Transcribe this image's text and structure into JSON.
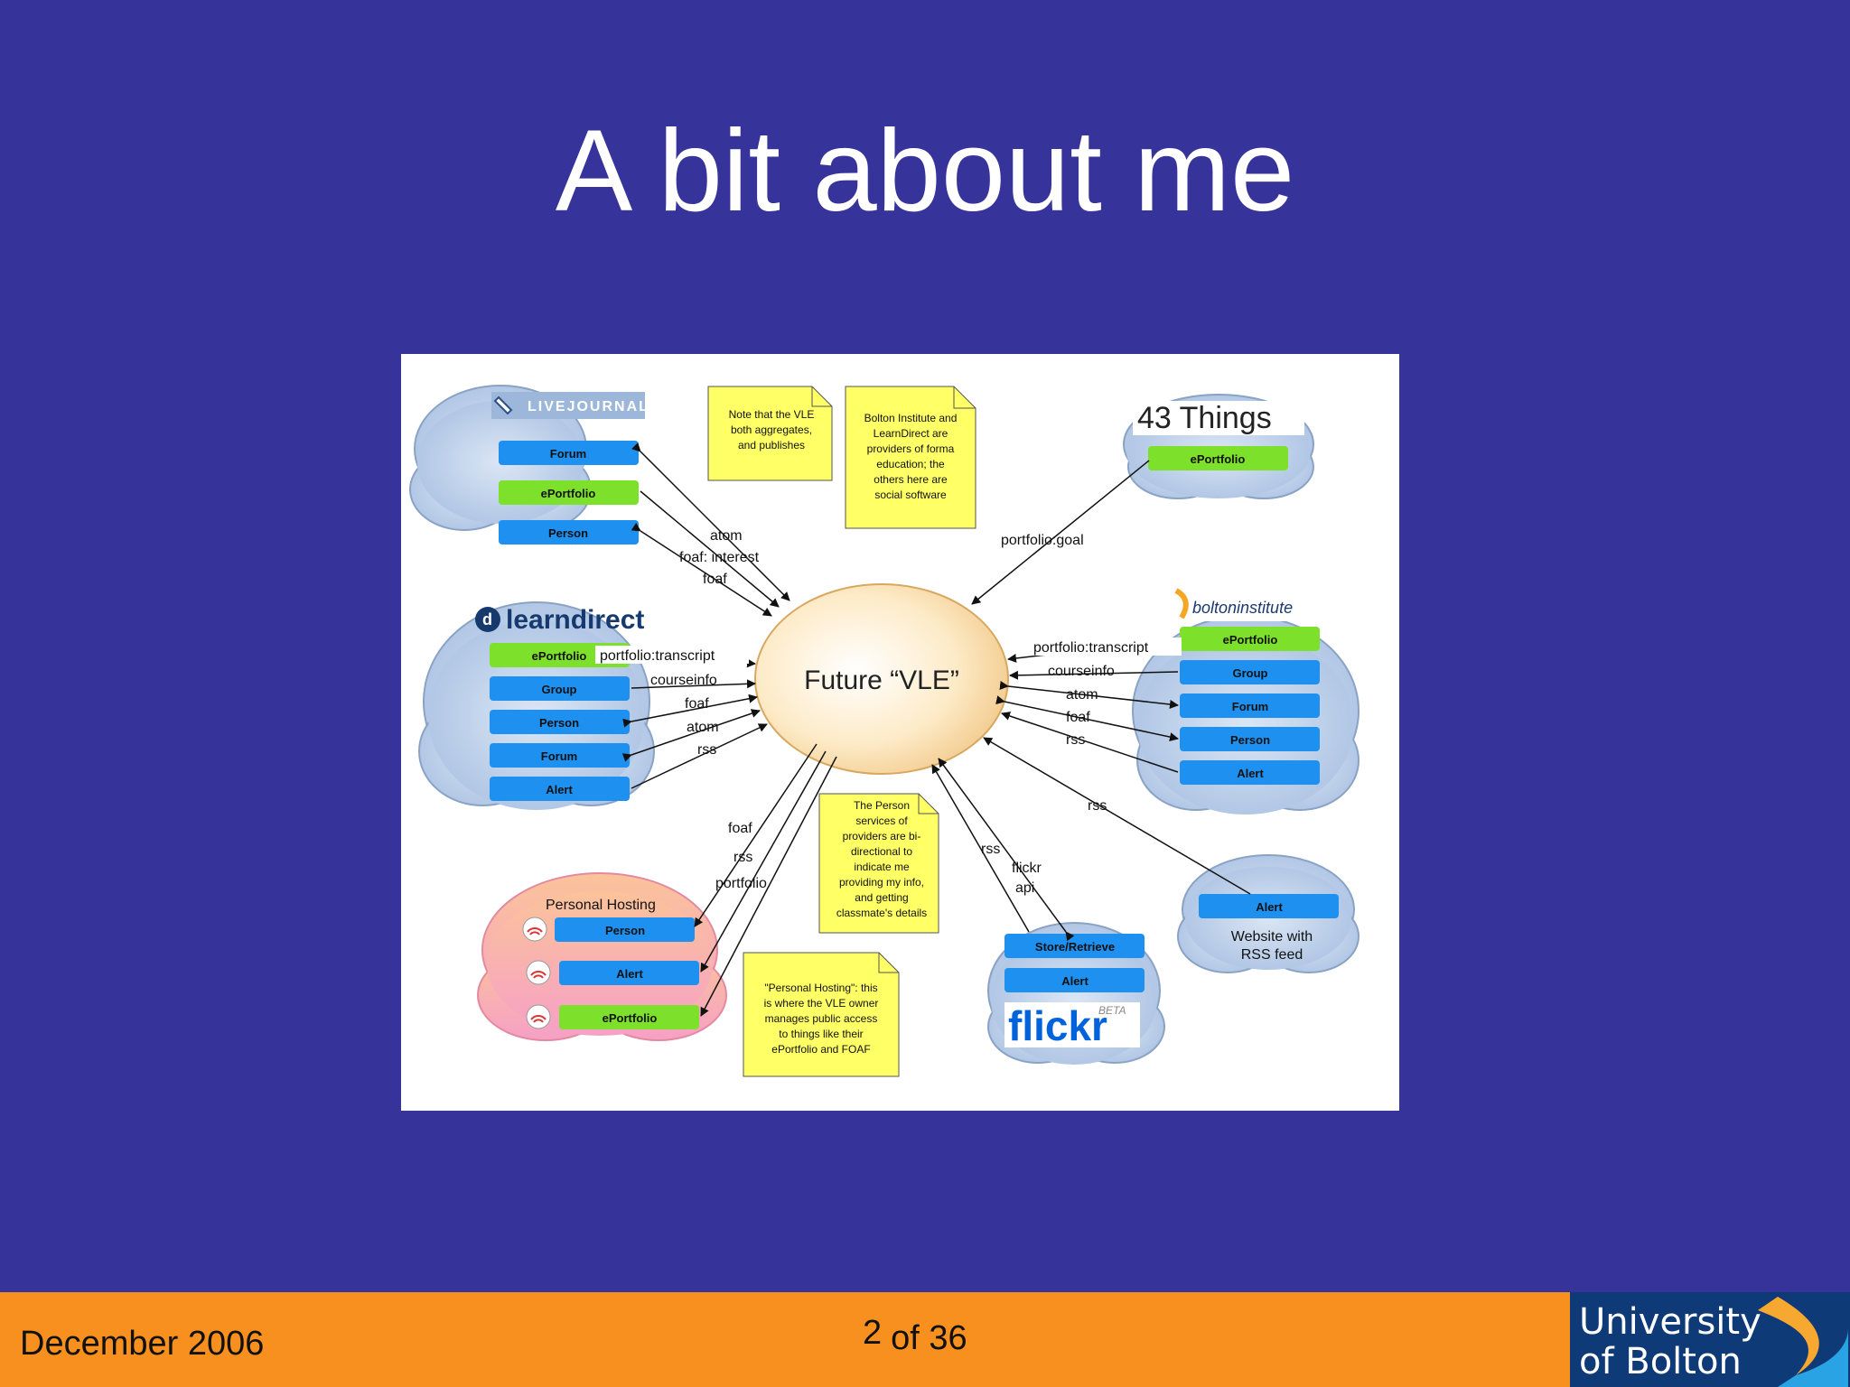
{
  "slide": {
    "title": "A bit about me"
  },
  "footer": {
    "date": "December 2006",
    "page_number": "2",
    "page_total": "of 36",
    "logo_line1": "University",
    "logo_line2": "of Bolton"
  },
  "diagram": {
    "center": "Future “VLE”",
    "clouds": {
      "livejournal": {
        "logo": "LIVEJOURNAL",
        "items": [
          "Forum",
          "ePortfolio",
          "Person"
        ]
      },
      "learndirect": {
        "logo": "learndirect",
        "items": [
          "ePortfolio",
          "Group",
          "Person",
          "Forum",
          "Alert"
        ]
      },
      "things43": {
        "logo": "43 Things",
        "items": [
          "ePortfolio"
        ]
      },
      "bolton": {
        "logo": "boltoninstitute",
        "items": [
          "ePortfolio",
          "Group",
          "Forum",
          "Person",
          "Alert"
        ]
      },
      "personal": {
        "title": "Personal Hosting",
        "items": [
          "Person",
          "Alert",
          "ePortfolio"
        ]
      },
      "flickr": {
        "logo": "flickr",
        "beta": "BETA",
        "items": [
          "Store/Retrieve",
          "Alert"
        ]
      },
      "website": {
        "items": [
          "Alert"
        ],
        "caption1": "Website with",
        "caption2": "RSS feed"
      }
    },
    "edge_labels": {
      "lj_atom": "atom",
      "lj_interest": "foaf: interest",
      "lj_foaf": "foaf",
      "ld_transcript": "portfolio:transcript",
      "ld_courseinfo": "courseinfo",
      "ld_foaf": "foaf",
      "ld_atom": "atom",
      "ld_rss": "rss",
      "things_goal": "portfolio:goal",
      "bi_transcript": "portfolio:transcript",
      "bi_courseinfo": "courseinfo",
      "bi_atom": "atom",
      "bi_foaf": "foaf",
      "bi_rss": "rss",
      "ph_foaf": "foaf",
      "ph_rss": "rss",
      "ph_portfolio": "portfolio",
      "fl_rss": "rss",
      "fl_flickr": "flickr",
      "fl_api": "api",
      "web_rss": "rss"
    },
    "notes": {
      "note1": [
        "Note that the VLE",
        "both aggregates,",
        "and publishes"
      ],
      "note2": [
        "Bolton Institute and",
        "LearnDirect are",
        "providers of forma",
        "education; the",
        "others here are",
        "social software"
      ],
      "note3": [
        "The Person",
        "services of",
        "providers are bi-",
        "directional to",
        "indicate me",
        "providing my info,",
        "and getting",
        "classmate's details"
      ],
      "note4": [
        "\"Personal Hosting\": this",
        "is where the VLE owner",
        "manages public  access",
        "to things like their",
        "ePortfolio and FOAF"
      ]
    },
    "colors": {
      "item_blue": "#1e90f0",
      "item_green": "#7de02b",
      "cloud_blue": "#b8cde8",
      "cloud_pink": "#f7a9b0",
      "note_yellow": "#ffff66"
    }
  }
}
